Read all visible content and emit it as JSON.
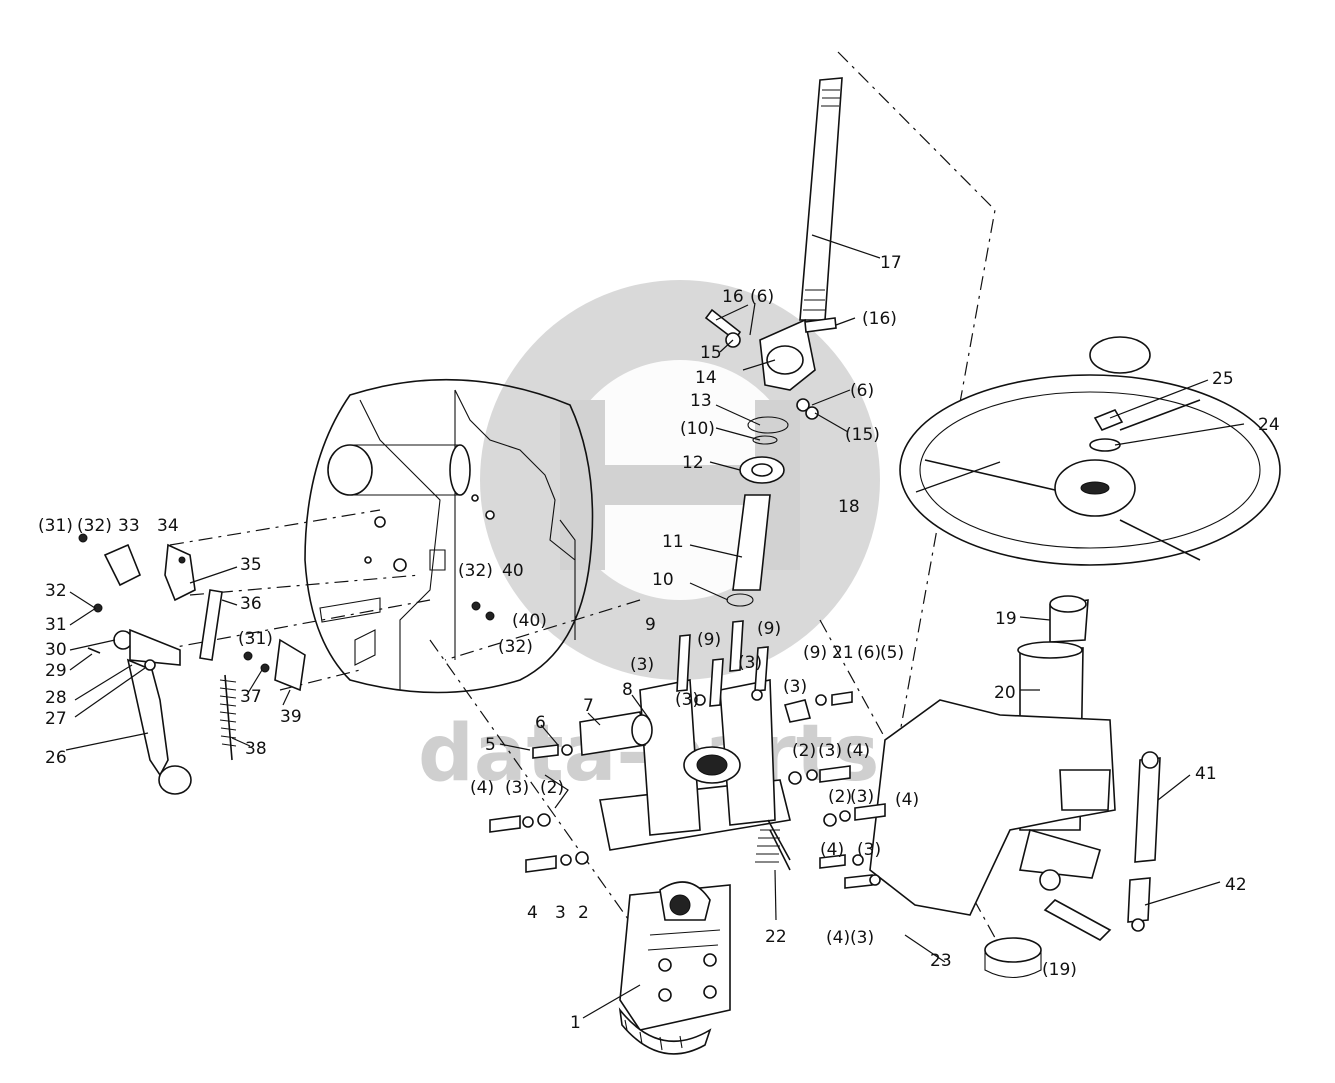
{
  "watermark": {
    "text": "data-parts",
    "color": "#d2d2d2"
  },
  "callouts": {
    "c1": "1",
    "c2a": "2",
    "c2b": "(2)",
    "c2c": "(2)",
    "c2d": "(2)",
    "c3a": "3",
    "c3b": "(3)",
    "c3c": "(3)",
    "c3d": "(3)",
    "c3e": "(3)",
    "c3f": "(3)",
    "c3g": "(3)",
    "c3h": "(3)",
    "c3i": "(3)",
    "c3j": "(3)",
    "c4a": "4",
    "c4b": "(4)",
    "c4c": "(4)",
    "c4d": "(4)",
    "c4e": "(4)",
    "c4f": "(4)",
    "c5a": "5",
    "c5b": "(5)",
    "c6a": "6",
    "c6b": "(6)",
    "c6c": "(6)",
    "c6d": "(6)",
    "c7": "7",
    "c8": "8",
    "c9a": "9",
    "c9b": "(9)",
    "c9c": "(9)",
    "c9d": "(9)",
    "c10a": "10",
    "c10b": "(10)",
    "c11": "11",
    "c12": "12",
    "c13": "13",
    "c14": "14",
    "c15a": "15",
    "c15b": "(15)",
    "c16a": "16",
    "c16b": "(16)",
    "c17": "17",
    "c18": "18",
    "c19a": "19",
    "c19b": "(19)",
    "c20": "20",
    "c21": "21",
    "c22": "22",
    "c23": "23",
    "c24": "24",
    "c25": "25",
    "c26": "26",
    "c27": "27",
    "c28": "28",
    "c29": "29",
    "c30": "30",
    "c31a": "31",
    "c31b": "(31)",
    "c31c": "(31)",
    "c32a": "32",
    "c32b": "(32)",
    "c32c": "(32)",
    "c32d": "(32)",
    "c33": "33",
    "c34": "34",
    "c35": "35",
    "c36": "36",
    "c37": "37",
    "c38": "38",
    "c39": "39",
    "c40a": "40",
    "c40b": "(40)",
    "c41": "41",
    "c42": "42"
  }
}
